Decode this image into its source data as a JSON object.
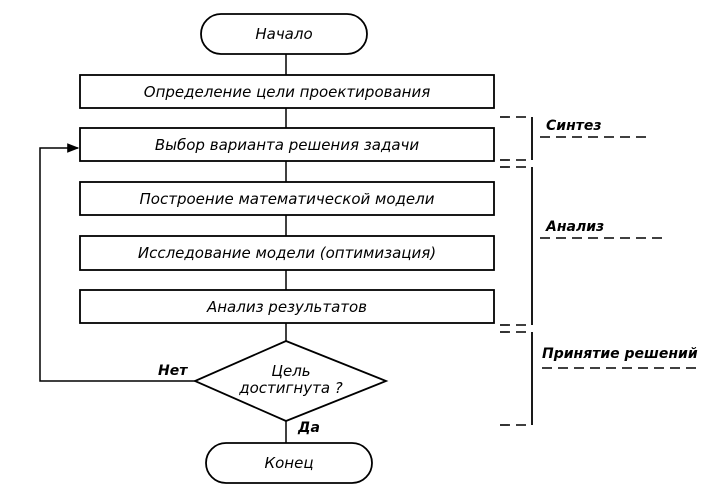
{
  "flowchart": {
    "start": "Начало",
    "steps": [
      "Определение цели проектирования",
      "Выбор варианта решения задачи",
      "Построение математической модели",
      "Исследование модели (оптимизация)",
      "Анализ результатов"
    ],
    "decision": [
      "Цель",
      "достигнута ?"
    ],
    "no_label": "Нет",
    "yes_label": "Да",
    "end": "Конец"
  },
  "stages": {
    "synthesis": "Синтез",
    "analysis": "Анализ",
    "decision": "Принятие решений"
  }
}
